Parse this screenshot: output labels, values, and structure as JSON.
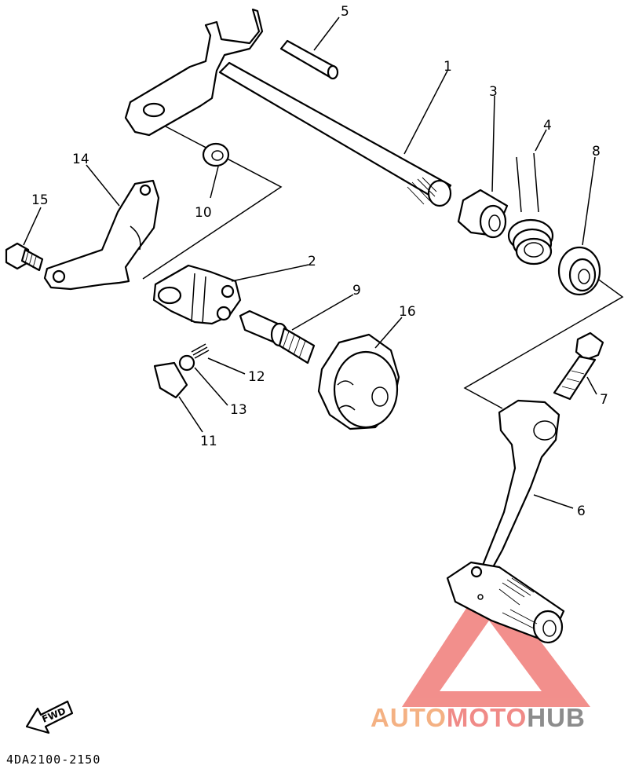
{
  "diagram": {
    "part_code": "4DA2100-2150",
    "direction_label": "FWD",
    "callouts": [
      {
        "id": "c1",
        "label": "1"
      },
      {
        "id": "c2",
        "label": "2"
      },
      {
        "id": "c3",
        "label": "3"
      },
      {
        "id": "c4",
        "label": "4"
      },
      {
        "id": "c5",
        "label": "5"
      },
      {
        "id": "c6",
        "label": "6"
      },
      {
        "id": "c7",
        "label": "7"
      },
      {
        "id": "c8",
        "label": "8"
      },
      {
        "id": "c9",
        "label": "9"
      },
      {
        "id": "c10",
        "label": "10"
      },
      {
        "id": "c11",
        "label": "11"
      },
      {
        "id": "c12",
        "label": "12"
      },
      {
        "id": "c13",
        "label": "13"
      },
      {
        "id": "c14",
        "label": "14"
      },
      {
        "id": "c15",
        "label": "15"
      },
      {
        "id": "c16",
        "label": "16"
      }
    ]
  },
  "watermark": {
    "part1": "AUTO",
    "part2": "MOTO",
    "part3": "HUB",
    "colors": {
      "auto": "#f4b183",
      "moto": "#f08a87",
      "hub": "#8c8c8c",
      "triangle": "#f07c78"
    }
  }
}
